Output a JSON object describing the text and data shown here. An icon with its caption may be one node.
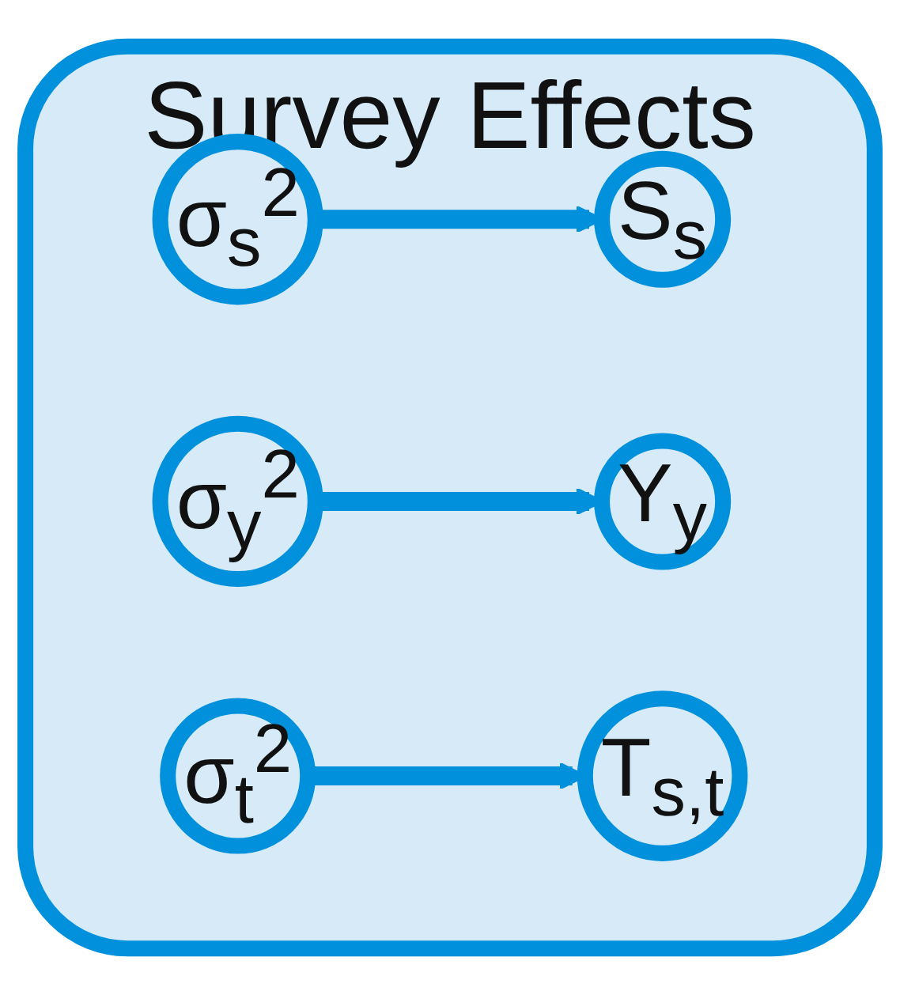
{
  "diagram": {
    "nodes": [
      {
        "text": [
          "Survey Effects"
        ]
      },
      {
        "text": [
          "σ$_{s}$$^{2}$"
        ],
        "in": 0
      },
      {
        "text": [
          "S$_{s}$"
        ],
        "in": 0
      },
      {
        "text": [
          "σ$_{y}$$^{2}$"
        ],
        "in": 0
      },
      {
        "text": [
          "Y$_{y}$"
        ],
        "in": 0
      },
      {
        "text": [
          "σ$_{t}$$^{2}$"
        ],
        "in": 0
      },
      {
        "text": [
          "T$_{s,t}$"
        ],
        "in": 0
      }
    ],
    "edges": [
      {
        "from": 1,
        "to": 2,
        "arrow": "to"
      },
      {
        "from": 3,
        "to": 4,
        "arrow": "to"
      },
      {
        "from": 5,
        "to": 6,
        "arrow": "to"
      }
    ]
  }
}
